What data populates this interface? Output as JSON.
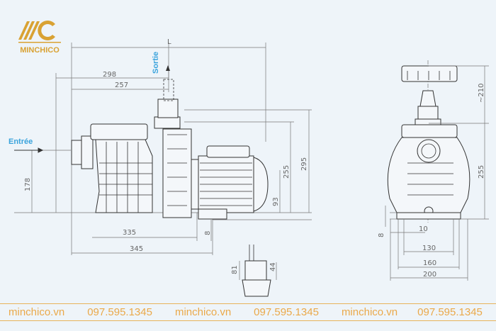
{
  "logo": {
    "text": "MINCHICO",
    "color": "#d9a233"
  },
  "labels": {
    "outlet": "Sortie",
    "inlet": "Entrée",
    "length": "L",
    "accent_color": "#3aa3dc"
  },
  "front_view": {
    "dims": {
      "d298": "298",
      "d257": "257",
      "d178": "178",
      "d335": "335",
      "d345": "345",
      "d8": "8",
      "d93": "93",
      "d255": "255",
      "d295": "295"
    }
  },
  "foot_detail": {
    "dims": {
      "d81": "81",
      "d44": "44"
    }
  },
  "side_view": {
    "dims": {
      "d210": "~210",
      "d255": "255",
      "d8": "8",
      "d10": "10",
      "d130": "130",
      "d160": "160",
      "d200": "200"
    }
  },
  "footer": {
    "items": [
      "minchico.vn",
      "097.595.1345",
      "minchico.vn",
      "097.595.1345",
      "minchico.vn",
      "097.595.1345"
    ],
    "color": "#eaa94a"
  }
}
